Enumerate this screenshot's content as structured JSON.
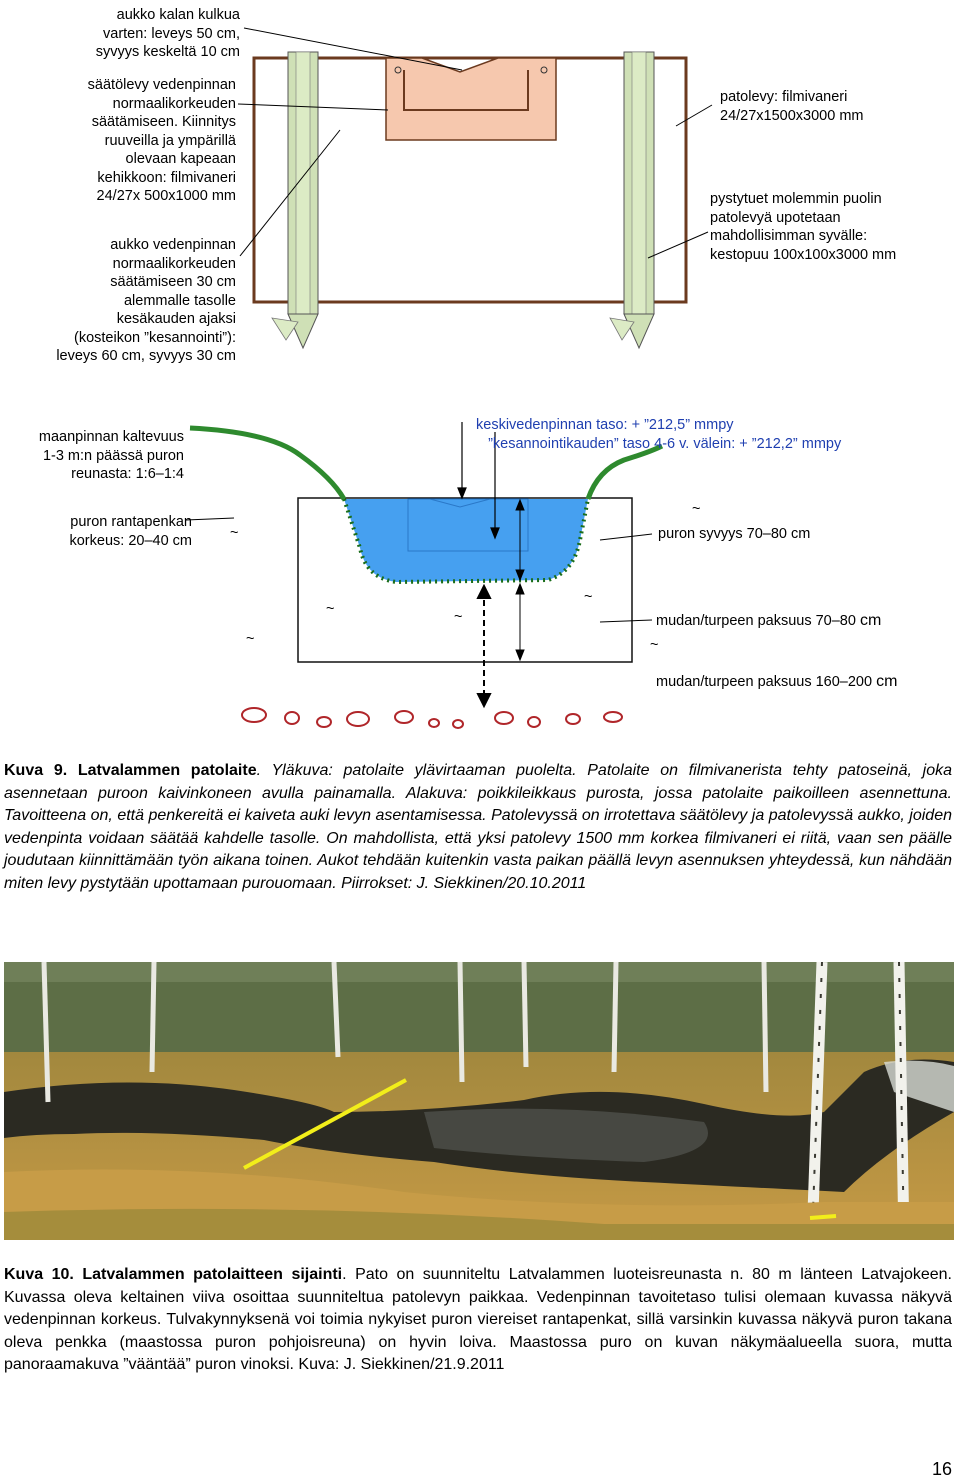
{
  "top_diagram": {
    "label_fish_opening": "aukko kalan kulkua\nvarten: leveys 50 cm,\nsyvyys keskeltä 10 cm",
    "label_adjust_board": "säätölevy vedenpinnan\nnormaalikorkeuden\nsäätämiseen. Kiinnitys\nruuveilla ja ympärillä\nolevaan kapeaan\nkehikkoon: filmivaneri\n24/27x 500x1000 mm",
    "label_water_opening": "aukko vedenpinnan\nnormaalikorkeuden\nsäätämiseen 30 cm\nalemmalle tasolle\nkesäkauden ajaksi\n(kosteikon ”kesannointi”):\nleveys 60 cm, syvyys 30 cm",
    "label_dam_board": "patolevy: filmivaneri\n24/27x1500x3000 mm",
    "label_posts": "pystytuet molemmin puolin\npatolevyä upotetaan\nmahdollisimman syvälle:\nkestopuu 100x100x3000 mm"
  },
  "cross_section": {
    "label_slope": "maanpinnan kaltevuus\n1-3 m:n päässä puron\nreunasta: 1:6–1:4",
    "label_bank_height": "puron rantapenkan\nkorkeus: 20–40 cm",
    "label_water_level": "keskivedenpinnan taso: + ”212,5” mmpy\n   ”kesannointikauden” taso 4-6 v. välein: + ”212,2” mmpy",
    "label_depth": "puron syvyys 70–80 cm",
    "label_mud1_text": "mudan/turpeen paksuus 70–80 ",
    "label_mud1_unit": "cm",
    "label_mud2_text": "mudan/turpeen paksuus 160–200 ",
    "label_mud2_unit": "cm",
    "tilde": "~"
  },
  "caption9": {
    "prefix": "Kuva 9. Latvalammen patolaite",
    "text": ". Yläkuva: patolaite ylävirtaaman puolelta. Patolaite on filmivanerista tehty patoseinä, joka asennetaan puroon kaivinkoneen avulla painamalla. Alakuva: poikkileikkaus purosta, jossa patolaite paikoilleen asennettuna. Tavoitteena on, että penkereitä ei kaiveta auki levyn asentamisessa. Patolevyssä on irrotettava säätölevy ja patolevyssä aukko, joiden vedenpinta voidaan säätää kahdelle tasolle. On mahdollista, että yksi patolevy 1500 mm korkea filmivaneri ei riitä, vaan sen päälle joudutaan kiinnittämään työn aikana toinen. Aukot tehdään kuitenkin vasta paikan päällä levyn asennuksen yhteydessä, kun nähdään miten levy pystytään upottamaan purouomaan. Piirrokset: J. Siekkinen/20.10.2011"
  },
  "caption10": {
    "prefix": "Kuva 10. Latvalammen patolaitteen sijainti",
    "text": ". Pato on suunniteltu Latvalammen luoteisreunasta n. 80 m länteen Latvajokeen. Kuvassa oleva keltainen viiva osoittaa suunniteltua patolevyn paikkaa. Vedenpinnan tavoitetaso tulisi olemaan kuvassa näkyvä vedenpinnan korkeus. Tulvakynnyksenä voi toimia nykyiset puron viereiset rantapenkat, sillä varsinkin kuvassa näkyvä puron takana oleva penkka (maastossa puron pohjoisreuna) on hyvin loiva. Maastossa puro on kuvan näkymäalueella suora, mutta panoraamakuva ”vääntää” puron vinoksi. Kuva: J. Siekkinen/21.9.2011"
  },
  "page_number": "16",
  "colors": {
    "board_border": "#6b3a1f",
    "adjust_board": "#f6c8ae",
    "post": "#cfe0b6",
    "water": "#3c9bef",
    "bank": "#2e8a2e",
    "label_blue": "#1f3fb0",
    "yellow_line": "#f2ee1a"
  }
}
